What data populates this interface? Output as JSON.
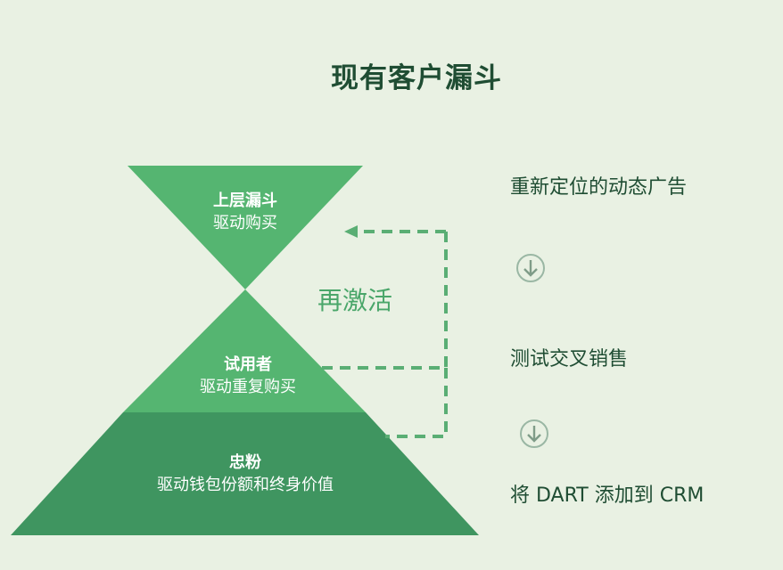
{
  "title": "现有客户漏斗",
  "funnel": {
    "top": {
      "title": "上层漏斗",
      "subtitle": "驱动购买"
    },
    "middle": {
      "title": "试用者",
      "subtitle": "驱动重复购买"
    },
    "bottom": {
      "title": "忠粉",
      "subtitle": "驱动钱包份额和终身价值"
    }
  },
  "loop_label": "再激活",
  "steps": [
    "重新定位的动态广告",
    "测试交叉销售",
    "将 DART 添加到 CRM"
  ],
  "icons": {
    "arrow_down": "circle-arrow-down-icon"
  },
  "colors": {
    "background": "#e9f1e3",
    "funnel_light": "#55b571",
    "funnel_dark": "#3f9560",
    "dashed_arrow": "#5aae74",
    "text_dark": "#1f4d33"
  }
}
